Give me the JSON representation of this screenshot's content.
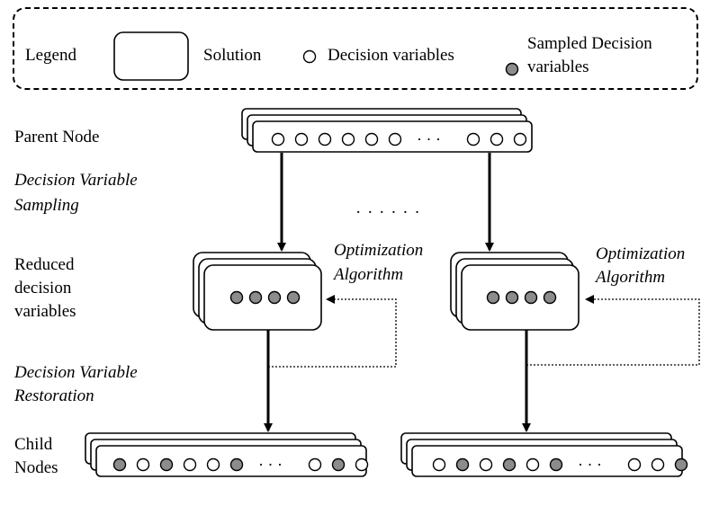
{
  "legend": {
    "title": "Legend",
    "solution_label": "Solution",
    "decision_variables_label": "Decision variables",
    "sampled_label_line1": "Sampled Decision",
    "sampled_label_line2": "variables"
  },
  "stages": {
    "parent_node": "Parent Node",
    "sampling_line1": "Decision Variable",
    "sampling_line2": "Sampling",
    "reduced_line1": "Reduced",
    "reduced_line2": "decision",
    "reduced_line3": "variables",
    "restoration_line1": "Decision Variable",
    "restoration_line2": "Restoration",
    "child_line1": "Child",
    "child_line2": "Nodes"
  },
  "optimization": {
    "left_line1": "Optimization",
    "left_line2": "Algorithm",
    "right_line1": "Optimization",
    "right_line2": "Algorithm"
  },
  "ellipsis_middle": "· · · · · ·",
  "ellipsis_row": "· · ·",
  "parent_row": {
    "pattern_before": [
      "empty",
      "empty",
      "empty",
      "empty",
      "empty",
      "empty"
    ],
    "pattern_after": [
      "empty",
      "empty",
      "empty"
    ]
  },
  "reduced_left": [
    "sampled",
    "sampled",
    "sampled",
    "sampled"
  ],
  "reduced_right": [
    "sampled",
    "sampled",
    "sampled",
    "sampled"
  ],
  "child_left": {
    "pattern_before": [
      "sampled",
      "empty",
      "sampled",
      "empty",
      "empty",
      "sampled"
    ],
    "pattern_after": [
      "empty",
      "sampled",
      "empty"
    ]
  },
  "child_right": {
    "pattern_before": [
      "empty",
      "sampled",
      "empty",
      "sampled",
      "empty",
      "sampled"
    ],
    "pattern_after": [
      "empty",
      "empty",
      "sampled"
    ]
  },
  "colors": {
    "sampled_fill": "#8c8c8c",
    "empty_fill": "#ffffff",
    "stroke": "#000000"
  }
}
